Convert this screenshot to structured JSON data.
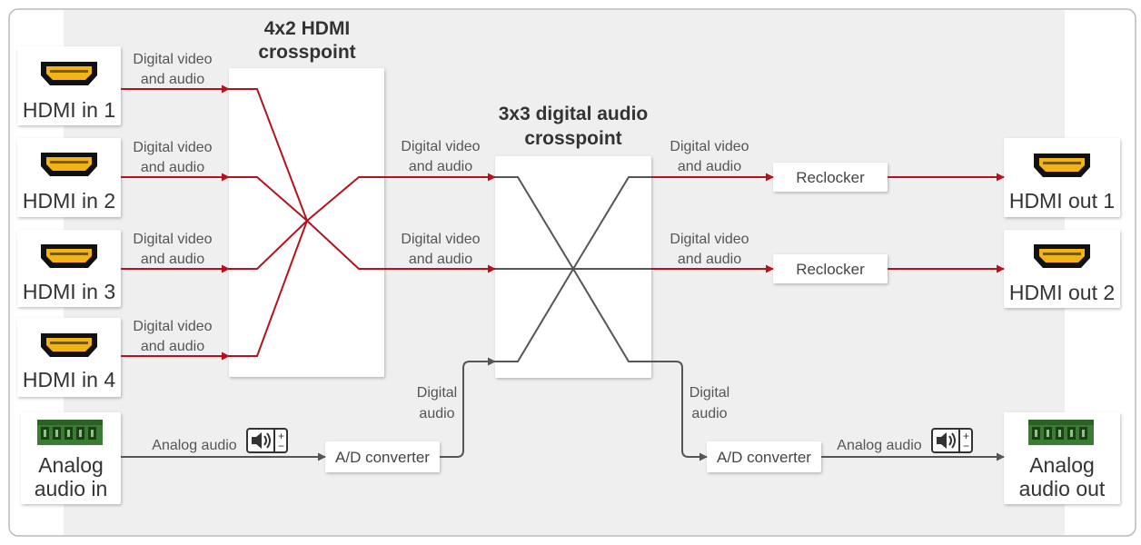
{
  "colors": {
    "video_line": "#b5121b",
    "audio_line": "#555555",
    "background": "#f0f0f0",
    "box_fill": "#ffffff",
    "hdmi_connector": "#111111",
    "hdmi_gold": "#f2b315",
    "terminal_green": "#3a7d32"
  },
  "inputs": {
    "hdmi_in_1": "HDMI in 1",
    "hdmi_in_2": "HDMI in 2",
    "hdmi_in_3": "HDMI in 3",
    "hdmi_in_4": "HDMI in 4",
    "analog_in_line1": "Analog",
    "analog_in_line2": "audio in"
  },
  "outputs": {
    "hdmi_out_1": "HDMI out 1",
    "hdmi_out_2": "HDMI out 2",
    "analog_out_line1": "Analog",
    "analog_out_line2": "audio out"
  },
  "blocks": {
    "hdmi_xp_title_1": "4x2 HDMI",
    "hdmi_xp_title_2": "crosspoint",
    "audio_xp_title_1": "3x3 digital audio",
    "audio_xp_title_2": "crosspoint",
    "reclocker": "Reclocker",
    "ad_converter": "A/D converter"
  },
  "signals": {
    "digital_video_1": "Digital video",
    "digital_video_2": "and audio",
    "digital_audio_1": "Digital",
    "digital_audio_2": "audio",
    "analog_audio": "Analog audio"
  },
  "icons": {
    "hdmi": "hdmi-connector-icon",
    "terminal": "terminal-block-icon",
    "volume": "volume-adjust-icon"
  }
}
